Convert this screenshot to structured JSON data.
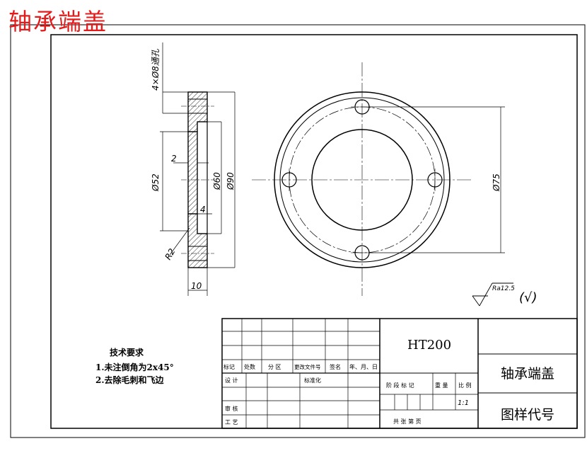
{
  "title": "轴承端盖",
  "material": "HT200",
  "part_name": "轴承端盖",
  "drawing_code_label": "图样代号",
  "scale": "1:1",
  "hole_note": "4×Ø8通孔",
  "dimensions": {
    "d52": "Ø52",
    "d60": "Ø60",
    "d90": "Ø90",
    "d75": "Ø75",
    "thick2": "2",
    "step4": "4",
    "width10": "10",
    "radius": "R2"
  },
  "roughness": {
    "value": "Ra12.5",
    "check": "(√)"
  },
  "tech_requirements": {
    "heading": "技术要求",
    "items": [
      "1.未注倒角为2x45°",
      "2.去除毛刺和飞边"
    ]
  },
  "title_block": {
    "mark": "标记",
    "count": "处数",
    "zone": "分 区",
    "change_doc": "更改文件号",
    "signature": "签名",
    "date": "年、月、日",
    "design": "设 计",
    "standardize": "标准化",
    "review": "审 核",
    "process": "工 艺",
    "stage": "阶 段 标 记",
    "weight": "重 量",
    "ratio": "比 例",
    "sheets": "共    张    第    页"
  }
}
